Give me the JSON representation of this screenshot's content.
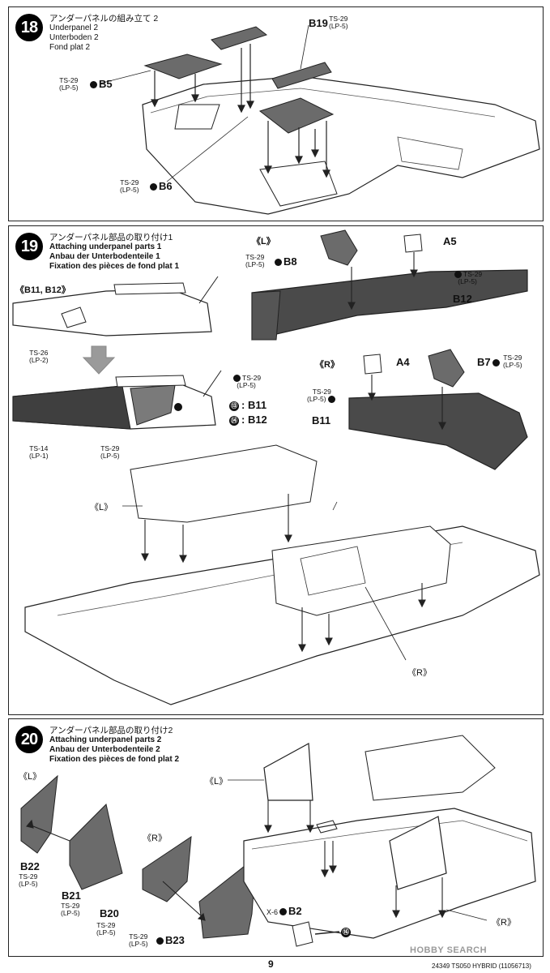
{
  "steps": [
    {
      "number": "18",
      "titles": [
        "アンダーパネルの組み立て 2",
        "Underpanel 2",
        "Unterboden 2",
        "Fond plat 2"
      ],
      "parts": [
        {
          "label": "B19",
          "paint": "TS-29\n(LP-5)"
        },
        {
          "label": "B5",
          "paint": "TS-29\n(LP-5)"
        },
        {
          "label": "B6",
          "paint": "TS-29\n(LP-5)"
        }
      ]
    },
    {
      "number": "19",
      "titles": [
        "アンダーパネル部品の取り付け1",
        "Attaching underpanel parts 1",
        "Anbau der Unterbodenteile 1",
        "Fixation des pièces de fond plat 1"
      ],
      "sub_title": "《B11, B12》",
      "sides": {
        "left": "《L》",
        "right": "《R》"
      },
      "parts": [
        {
          "label": "B8",
          "paint": "TS-29\n(LP-5)"
        },
        {
          "label": "A5"
        },
        {
          "label": "B12",
          "paint": "TS-29\n(LP-5)"
        },
        {
          "label": "A4"
        },
        {
          "label": "B7",
          "paint": "TS-29\n(LP-5)"
        },
        {
          "label": "B11",
          "paint": "TS-29\n(LP-5)"
        }
      ],
      "paint_notes": [
        {
          "paint": "TS-26\n(LP-2)"
        },
        {
          "paint": "TS-29\n(LP-5)"
        },
        {
          "paint": "TS-14\n(LP-1)"
        },
        {
          "paint": "TS-29\n(LP-5)"
        }
      ],
      "legend": [
        {
          "marker": "⑬",
          "text": ": B11"
        },
        {
          "marker": "⑭",
          "text": ": B12"
        }
      ]
    },
    {
      "number": "20",
      "titles": [
        "アンダーパネル部品の取り付け2",
        "Attaching underpanel parts 2",
        "Anbau der Unterbodenteile 2",
        "Fixation des pièces de fond plat 2"
      ],
      "sides": {
        "left": "《L》",
        "right": "《R》"
      },
      "parts": [
        {
          "label": "B22",
          "paint": "TS-29\n(LP-5)"
        },
        {
          "label": "B21",
          "paint": "TS-29\n(LP-5)"
        },
        {
          "label": "B20",
          "paint": "TS-29\n(LP-5)"
        },
        {
          "label": "B23",
          "paint": "TS-29\n(LP-5)"
        },
        {
          "label": "B2",
          "qty": "X-6"
        }
      ],
      "ref": "⑯"
    }
  ],
  "footer": {
    "page": "9",
    "code": "24349 TS050 HYBRID (11056713)",
    "watermark": "HOBBY SEARCH"
  },
  "colors": {
    "part_gray": "#6b6b6b",
    "part_dark": "#3f3f3f",
    "line": "#222222"
  }
}
